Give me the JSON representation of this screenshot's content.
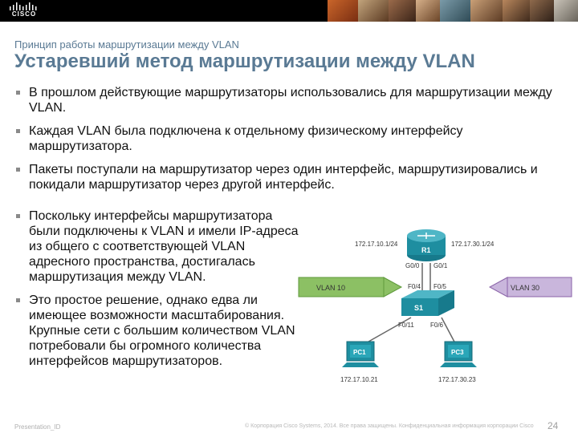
{
  "header": {
    "logo_text": "CISCO"
  },
  "slide": {
    "subtitle": "Принцип работы маршрутизации между VLAN",
    "title": "Устаревший метод маршрутизации между VLAN",
    "top_bullets": [
      "В прошлом действующие маршрутизаторы использовались для маршрутизации между VLAN.",
      "Каждая VLAN была подключена к отдельному физическому интерфейсу маршрутизатора.",
      "Пакеты поступали на маршрутизатор через один интерфейс, маршрутизировались и покидали маршрутизатор через другой интерфейс."
    ],
    "left_bullets": [
      "Поскольку интерфейсы маршрутизатора были подключены к VLAN и имели IP-адреса из общего с соответствующей VLAN адресного пространства, достигалась маршрутизация между VLAN.",
      "Это простое решение, однако едва ли имеющее возможности масштабирования. Крупные сети с большим количеством VLAN потребовали бы огромного количества интерфейсов маршрутизаторов."
    ]
  },
  "diagram": {
    "router_label": "R1",
    "router_ip_left": "172.17.10.1/24",
    "router_ip_right": "172.17.30.1/24",
    "port_g00": "G0/0",
    "port_g01": "G0/1",
    "port_f04": "F0/4",
    "port_f05": "F0/5",
    "port_f011": "F0/11",
    "port_f06": "F0/6",
    "switch_label": "S1",
    "vlan_left": "VLAN 10",
    "vlan_right": "VLAN 30",
    "pc_left_label": "PC1",
    "pc_right_label": "PC3",
    "pc_left_ip": "172.17.10.21",
    "pc_right_ip": "172.17.30.23",
    "colors": {
      "vlan10": "#70b24a",
      "vlan30": "#8a63a8",
      "device_teal": "#1e8ea0"
    }
  },
  "footer": {
    "presentation_id": "Presentation_ID",
    "copyright": "© Корпорация Cisco Systems, 2014. Все права защищены. Конфиденциальная информация корпорации Cisco",
    "page_number": "24"
  }
}
